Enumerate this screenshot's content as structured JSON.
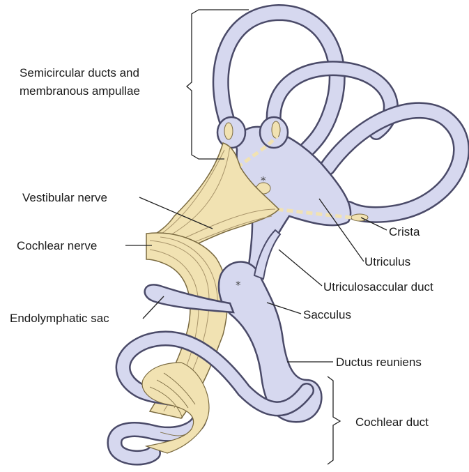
{
  "labels": {
    "semicircular_line1": "Semicircular ducts and",
    "semicircular_line2": "membranous ampullae",
    "vestibular_nerve": "Vestibular nerve",
    "cochlear_nerve": "Cochlear nerve",
    "endolymphatic_sac": "Endolymphatic sac",
    "crista": "Crista",
    "utriculus": "Utriculus",
    "utriculosaccular_duct": "Utriculosaccular duct",
    "sacculus": "Sacculus",
    "ductus_reuniens": "Ductus reuniens",
    "cochlear_duct": "Cochlear duct"
  },
  "markers": {
    "asterisk": "*"
  },
  "colors": {
    "membranous_labyrinth": "#d6d8ef",
    "labyrinth_outline": "#4a4a68",
    "nerve": "#f1e2b2",
    "nerve_outline": "#7a6a40",
    "leader_line": "#222222"
  }
}
